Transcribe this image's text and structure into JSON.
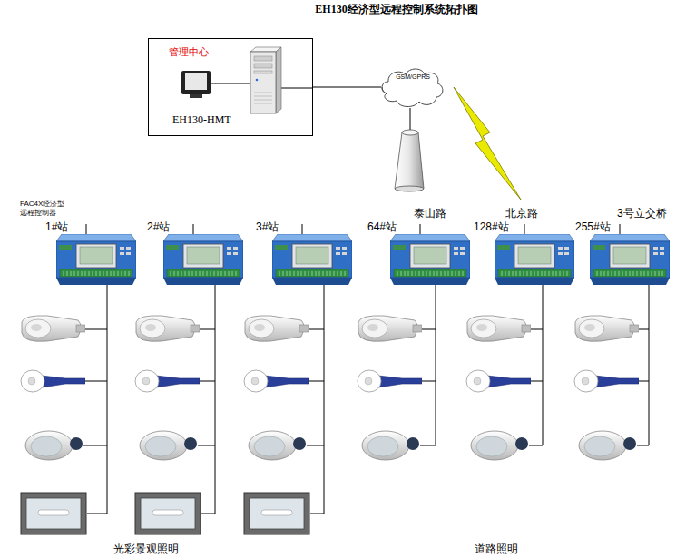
{
  "diagram": {
    "title": "EH130经济型远程控制系统拓扑图",
    "nodes": [
      {
        "text": [
          "管理中心",
          "EH130-HMT"
        ]
      },
      {
        "text": [
          "GSM/GPRS"
        ]
      },
      {
        "text": [
          "FAC4X经济型 远程控制器",
          "1#站"
        ]
      },
      {
        "text": [
          "2#站"
        ]
      },
      {
        "text": [
          "3#站"
        ]
      },
      {
        "text": [
          "泰山路",
          "64#站"
        ]
      },
      {
        "text": [
          "北京路",
          "128#站"
        ]
      },
      {
        "text": [
          "3号立交桥",
          "255#站"
        ]
      }
    ],
    "edges": [
      {
        "from": 0,
        "to": 1,
        "arrow": "none"
      }
    ],
    "labels": [
      "光彩景观照明",
      "道路照明"
    ]
  }
}
